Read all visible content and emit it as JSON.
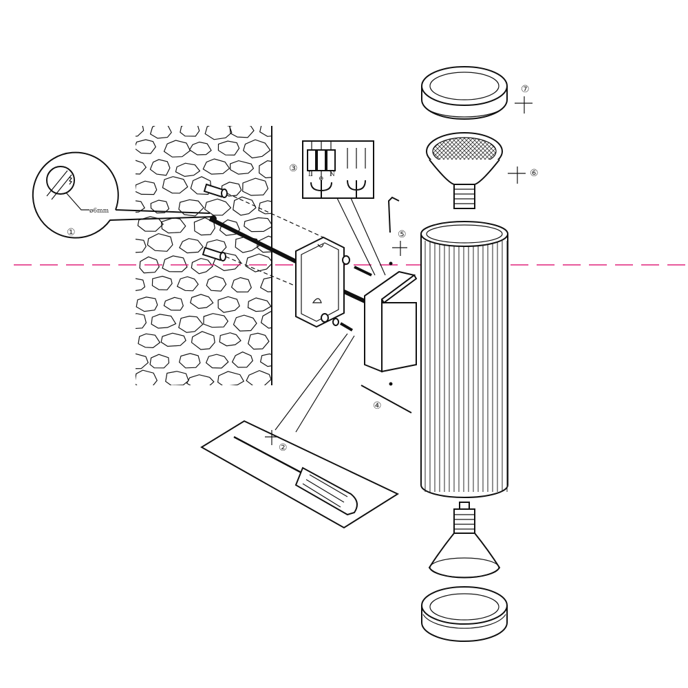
{
  "title": "Up/down wall lamp installation diagram",
  "steps": {
    "s1": "①",
    "s2": "②",
    "s3": "③",
    "s4": "④",
    "s5": "⑤",
    "s6": "⑥",
    "s7": "⑦"
  },
  "drill_size": "ø6mm",
  "terminals": {
    "live": "L",
    "earth": "⊕",
    "neutral": "N"
  },
  "colors": {
    "guide_line": "#e0207a",
    "stroke": "#111111"
  }
}
